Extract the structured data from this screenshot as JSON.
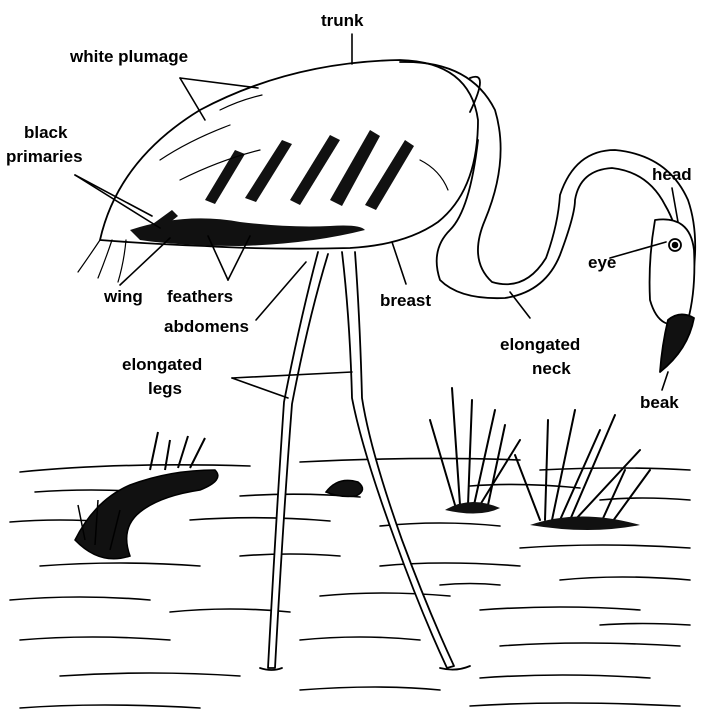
{
  "labels": {
    "trunk": "trunk",
    "white_plumage": "white plumage",
    "black_primaries_line1": "black",
    "black_primaries_line2": "primaries",
    "head": "head",
    "eye": "eye",
    "wing": "wing",
    "feathers": "feathers",
    "breast": "breast",
    "abdomens": "abdomens",
    "elongated_neck_line1": "elongated",
    "elongated_neck_line2": "neck",
    "elongated_legs_line1": "elongated",
    "elongated_legs_line2": "legs",
    "beak": "beak"
  },
  "colors": {
    "ink": "#000000",
    "paper": "#ffffff",
    "dark_plumage": "#111111"
  }
}
